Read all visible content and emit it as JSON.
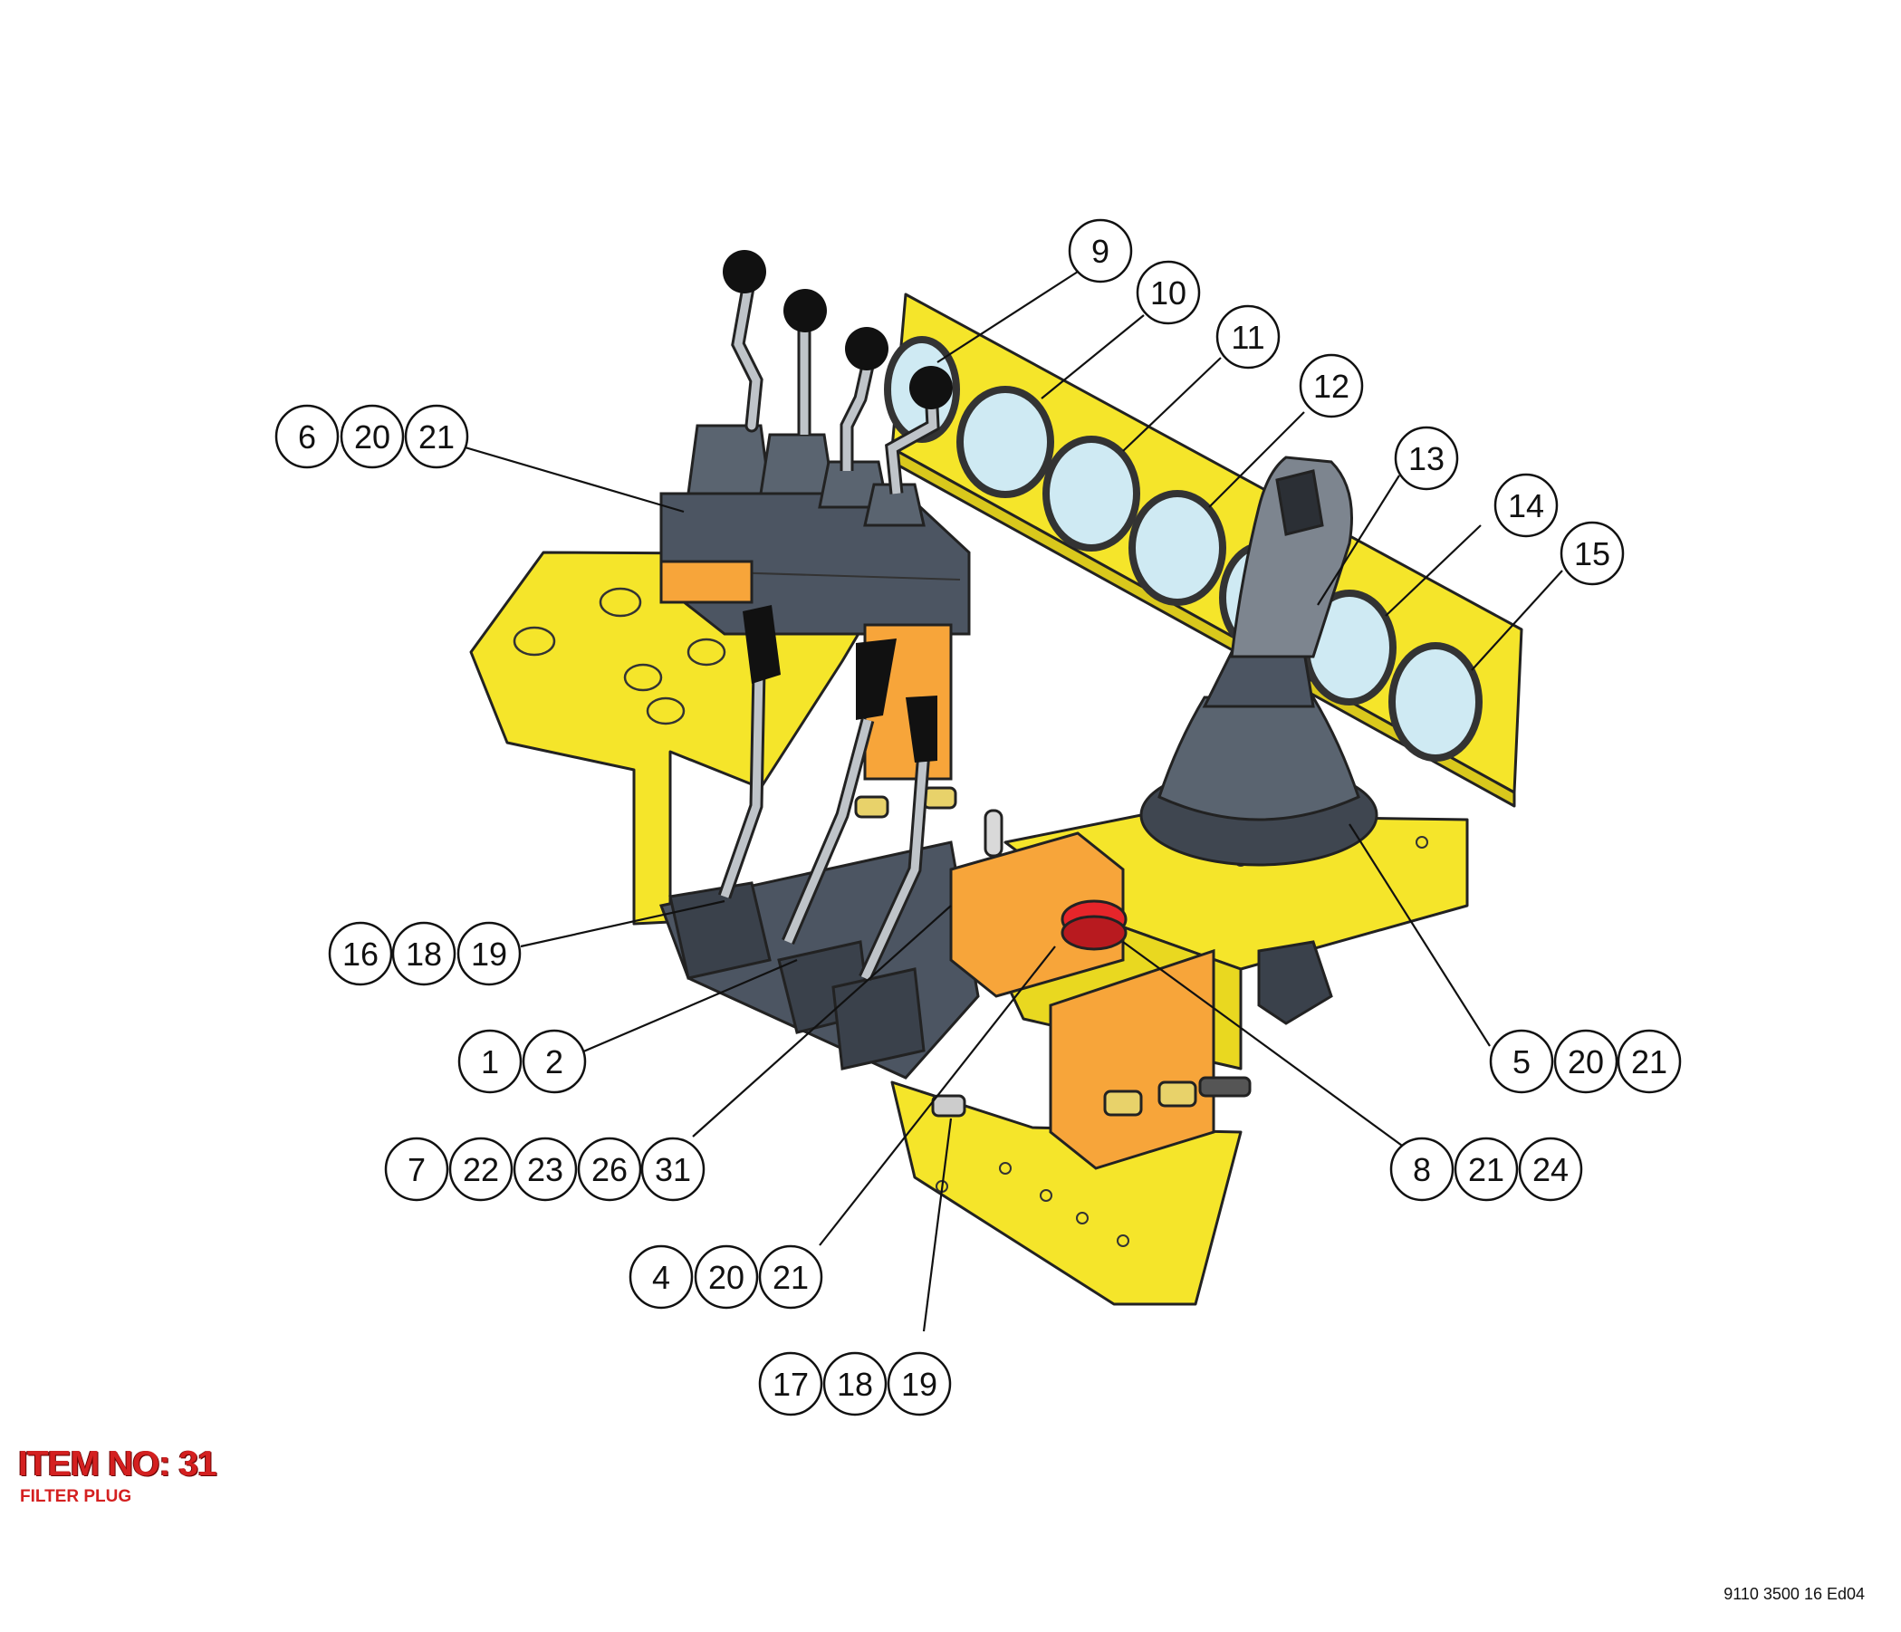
{
  "item": {
    "title": "ITEM NO: 31",
    "description": "FILTER PLUG"
  },
  "doc_ref": "9110 3500 16 Ed04",
  "colors": {
    "frame": "#f5e52a",
    "manifold": "#f7a53a",
    "lever_housing": "#4c5562",
    "gauge": "#cfeaf3",
    "button": "#e6252a"
  },
  "callouts": [
    {
      "id": "c9",
      "numbers": [
        "9"
      ]
    },
    {
      "id": "c10",
      "numbers": [
        "10"
      ]
    },
    {
      "id": "c11",
      "numbers": [
        "11"
      ]
    },
    {
      "id": "c12",
      "numbers": [
        "12"
      ]
    },
    {
      "id": "c13",
      "numbers": [
        "13"
      ]
    },
    {
      "id": "c14",
      "numbers": [
        "14"
      ]
    },
    {
      "id": "c15",
      "numbers": [
        "15"
      ]
    },
    {
      "id": "c6",
      "numbers": [
        "6",
        "20",
        "21"
      ]
    },
    {
      "id": "c16",
      "numbers": [
        "16",
        "18",
        "19"
      ]
    },
    {
      "id": "c1",
      "numbers": [
        "1",
        "2"
      ]
    },
    {
      "id": "c7",
      "numbers": [
        "7",
        "22",
        "23",
        "26",
        "31"
      ]
    },
    {
      "id": "c4",
      "numbers": [
        "4",
        "20",
        "21"
      ]
    },
    {
      "id": "c17",
      "numbers": [
        "17",
        "18",
        "19"
      ]
    },
    {
      "id": "c5",
      "numbers": [
        "5",
        "20",
        "21"
      ]
    },
    {
      "id": "c8",
      "numbers": [
        "8",
        "21",
        "24"
      ]
    }
  ]
}
